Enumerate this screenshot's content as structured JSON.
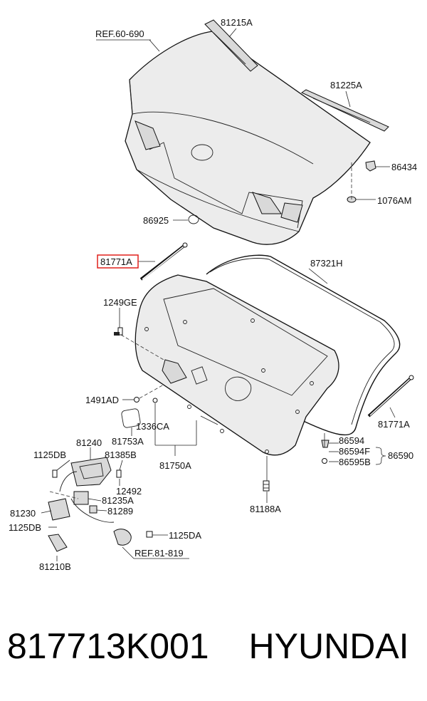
{
  "labels": {
    "ref_60_690": "REF.60-690",
    "p81215A": "81215A",
    "p81225A": "81225A",
    "p86434": "86434",
    "p1076AM": "1076AM",
    "p86925": "86925",
    "p81771A_top": "81771A",
    "p87321H": "87321H",
    "p1249GE": "1249GE",
    "p1491AD": "1491AD",
    "p81753A": "81753A",
    "p1336CA": "1336CA",
    "p81750A": "81750A",
    "p81240": "81240",
    "p81385B": "81385B",
    "p1125DB_top": "1125DB",
    "p12492": "12492",
    "p81235A": "81235A",
    "p81289": "81289",
    "p81230": "81230",
    "p1125DB_bottom": "1125DB",
    "p81210B": "81210B",
    "p1125DA": "1125DA",
    "ref_81_819": "REF.81-819",
    "p81188A": "81188A",
    "p86594": "86594",
    "p86594F": "86594F",
    "p86595B": "86595B",
    "p86590": "86590",
    "p81771A_right": "81771A"
  },
  "highlight_color": "#e0201c",
  "footer": {
    "part_number": "817713K001",
    "brand": "HYUNDAI"
  }
}
